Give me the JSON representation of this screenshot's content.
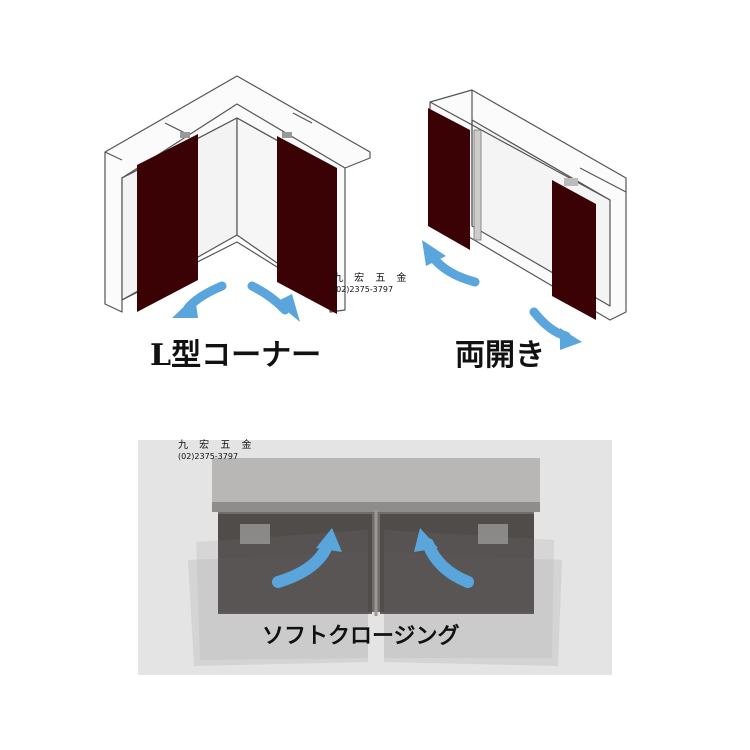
{
  "left_panel": {
    "caption": "L型コーナー",
    "watermark": {
      "name": "九 宏 五 金",
      "phone": "(02)2375-3797"
    }
  },
  "right_panel": {
    "caption": "両開き"
  },
  "bottom_panel": {
    "caption": "ソフトクロージング",
    "watermark": {
      "name": "九 宏 五 金",
      "phone": "(02)2375-3797"
    }
  },
  "colors": {
    "door": "#3b0206",
    "arrow": "#5aa6dc",
    "cabinet_line": "#555555",
    "photo_bg": "#e4e4e4"
  },
  "icons": [
    "curved-arrow-icon"
  ]
}
